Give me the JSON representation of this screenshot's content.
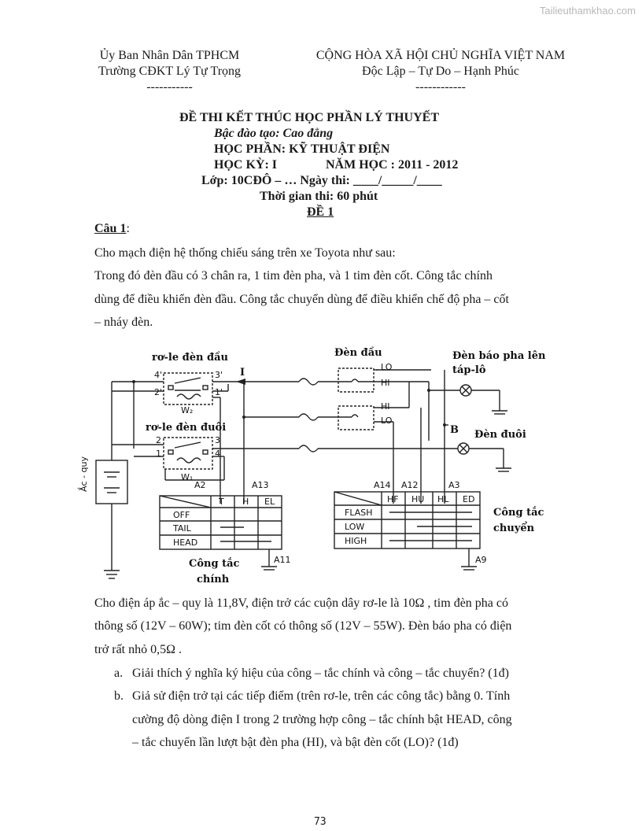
{
  "watermark": "Tailieuthamkhao.com",
  "header": {
    "left_line1": "Ủy Ban Nhân Dân TPHCM",
    "left_line2": "Trường CĐKT Lý Tự Trọng",
    "left_dash": "-----------",
    "right_line1": "CỘNG HÒA XÃ HỘI CHỦ NGHĨA VIỆT NAM",
    "right_line2": "Độc Lập – Tự Do – Hạnh Phúc",
    "right_dash": "------------"
  },
  "exam": {
    "title": "ĐỀ THI KẾT THÚC HỌC PHẦN LÝ THUYẾT",
    "level": "Bậc đào tạo: Cao đẳng",
    "course": "HỌC PHẦN: KỸ THUẬT ĐIỆN",
    "semester": "HỌC KỲ: I",
    "year": "NĂM HỌC :  2011 - 2012",
    "class_line": "Lớp:  10CĐÔ – …  Ngày thi: ____/_____/____",
    "duration": "Thời gian thi: 60 phút",
    "code": "ĐỀ 1"
  },
  "question1": {
    "label": "Câu 1",
    "colon": ":",
    "intro": "Cho mạch điện hệ thống chiếu sáng trên xe Toyota như sau:",
    "desc1": "Trong đó đèn đầu có 3 chân ra, 1 tim đèn pha, và 1 tim đèn cốt. Công tắc chính",
    "desc2": "dùng để điều khiển đèn đầu. Công tắc chuyển dùng để điều khiển chế độ pha – cốt",
    "desc3": "– nháy đèn.",
    "after1": "Cho điện áp ắc – quy là 11,8V, điện trở các cuộn dây rơ-le là 10Ω , tim đèn pha có",
    "after2": "thông số (12V – 60W); tim đèn cốt có thông số (12V – 55W). Đèn báo pha có điện",
    "after3": "trở rất nhỏ 0,5Ω .",
    "a_label": "a.",
    "a_text": "Giải thích ý nghĩa ký hiệu của công – tắc chính và công – tắc chuyển? (1đ)",
    "b_label": "b.",
    "b_text1": "Giả sử điện trở tại các tiếp điểm (trên rơ-le, trên các công tắc) bằng 0. Tính",
    "b_text2": "cường độ dòng điện I trong 2 trường hợp công – tắc chính bật HEAD, công",
    "b_text3": "– tắc chuyển lần lượt bật đèn pha (HI), và bật đèn cốt (LO)? (1đ)"
  },
  "circuit": {
    "relay_head": "rơ-le đèn đầu",
    "relay_tail": "rơ-le đèn đuôi",
    "headlamp": "Đèn đầu",
    "indicator": "Đèn báo pha lên",
    "indicator2": "táp-lô",
    "taillamp": "Đèn đuôi",
    "battery": "Ắc - quy",
    "main_switch": "Công tắc",
    "main_switch2": "chính",
    "dimmer_switch": "Công tắc",
    "dimmer_switch2": "chuyển",
    "current_label": "I",
    "node_b": "B",
    "lo": "LO",
    "hi": "HI",
    "pins_relay_head": [
      "4'",
      "3'",
      "2'",
      "1'"
    ],
    "pins_relay_tail": [
      "2",
      "3",
      "1",
      "4"
    ],
    "coil_head": "W₂",
    "coil_tail": "W₁",
    "connectors": [
      "A2",
      "A13",
      "A14",
      "A12",
      "A3",
      "A11",
      "A9"
    ],
    "main_cols": [
      "T",
      "H",
      "EL"
    ],
    "main_rows": [
      "OFF",
      "TAIL",
      "HEAD"
    ],
    "dimmer_cols": [
      "HF",
      "HU",
      "HL",
      "ED"
    ],
    "dimmer_rows": [
      "FLASH",
      "LOW",
      "HIGH"
    ]
  },
  "page_number": "73"
}
